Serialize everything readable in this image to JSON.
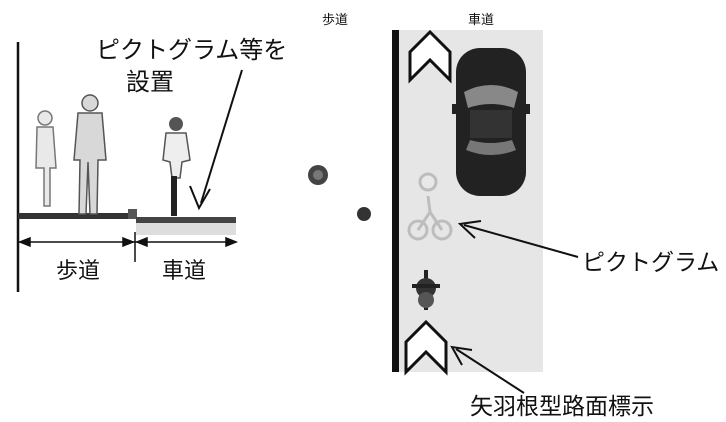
{
  "cross_section": {
    "annotation_line1": "ピクトグラム等を",
    "annotation_line2": "設置",
    "sidewalk_label": "歩道",
    "roadway_label": "車道"
  },
  "plan_view": {
    "sidewalk_label": "歩道",
    "roadway_label": "車道",
    "pictogram_callout": "ピクトグラム",
    "arrow_marking_callout": "矢羽根型路面標示"
  },
  "icons": [
    "pedestrian-icon",
    "bicycle-rider-icon",
    "car-icon",
    "chevron-arrow-marking-icon",
    "bicycle-pictogram-icon"
  ],
  "colors": {
    "road_surface": "#e6e6e6",
    "ink": "#111111",
    "car": "#222222"
  }
}
